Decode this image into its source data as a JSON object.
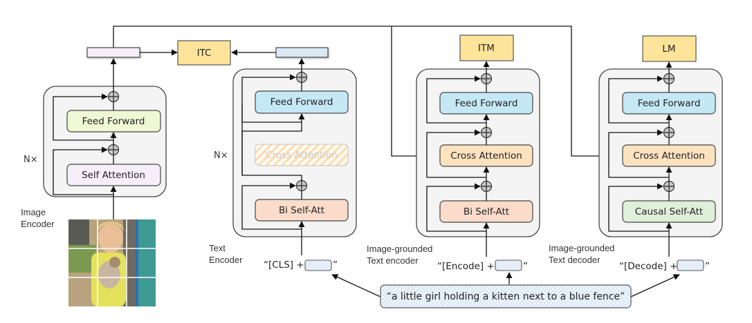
{
  "colors": {
    "loss_box": "#fde49a",
    "feed_forward_image": "#f0f7d4",
    "self_attention_image": "#f6eef9",
    "feed_forward_text": "#c5e8f5",
    "bi_self_att": "#fbdccb",
    "cross_attention": "#fde2c0",
    "causal_self_att": "#dff0da",
    "image_embed_bar": "#f6eef9",
    "text_embed_bar": "#dbe9f5",
    "block_bg": "#f4f4f4"
  },
  "losses": {
    "itc": "ITC",
    "itm": "ITM",
    "lm": "LM"
  },
  "image_encoder": {
    "label_line1": "Image",
    "label_line2": "Encoder",
    "repeat": "N×",
    "feed_forward": "Feed Forward",
    "self_attention": "Self Attention"
  },
  "text_encoder": {
    "label_line1": "Text",
    "label_line2": "Encoder",
    "repeat": "N×",
    "feed_forward": "Feed Forward",
    "cross_attention_disabled": "Cross Attention",
    "self_att": "Bi Self-Att",
    "token_prefix": "“[CLS] +",
    "token_suffix": "”"
  },
  "grounded_encoder": {
    "label_line1": "Image-grounded",
    "label_line2": "Text encoder",
    "feed_forward": "Feed Forward",
    "cross_attention": "Cross Attention",
    "self_att": "Bi Self-Att",
    "token_prefix": "“[Encode] +",
    "token_suffix": "”"
  },
  "grounded_decoder": {
    "label_line1": "Image-grounded",
    "label_line2": "Text decoder",
    "feed_forward": "Feed Forward",
    "cross_attention": "Cross Attention",
    "self_att": "Causal Self-Att",
    "token_prefix": "“[Decode] +",
    "token_suffix": "”"
  },
  "caption": "“a little girl holding a kitten next to a blue fence”"
}
